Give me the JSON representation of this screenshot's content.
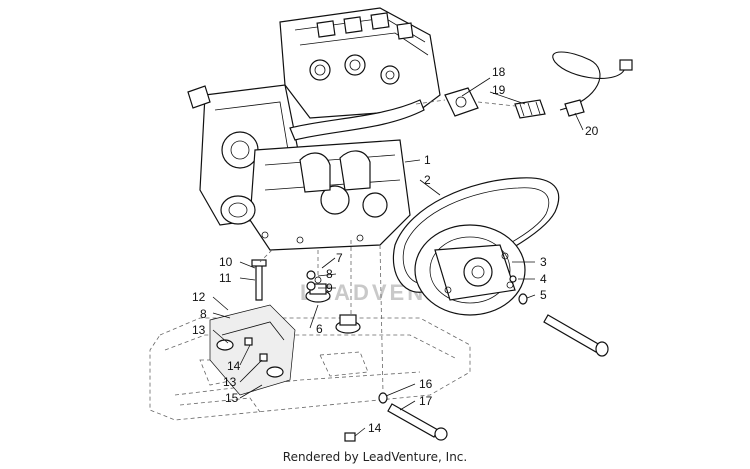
{
  "diagram": {
    "watermark": "LEADVENTURE",
    "credit": "Rendered by LeadVenture, Inc.",
    "callouts": [
      {
        "id": "c1",
        "label": "1"
      },
      {
        "id": "c2",
        "label": "2"
      },
      {
        "id": "c3",
        "label": "3"
      },
      {
        "id": "c4",
        "label": "4"
      },
      {
        "id": "c5",
        "label": "5"
      },
      {
        "id": "c6",
        "label": "6"
      },
      {
        "id": "c7",
        "label": "7"
      },
      {
        "id": "c8a",
        "label": "8"
      },
      {
        "id": "c8b",
        "label": "8"
      },
      {
        "id": "c9",
        "label": "9"
      },
      {
        "id": "c10",
        "label": "10"
      },
      {
        "id": "c11",
        "label": "11"
      },
      {
        "id": "c12",
        "label": "12"
      },
      {
        "id": "c13a",
        "label": "13"
      },
      {
        "id": "c13b",
        "label": "13"
      },
      {
        "id": "c14a",
        "label": "14"
      },
      {
        "id": "c14b",
        "label": "14"
      },
      {
        "id": "c15",
        "label": "15"
      },
      {
        "id": "c16",
        "label": "16"
      },
      {
        "id": "c17",
        "label": "17"
      },
      {
        "id": "c18",
        "label": "18"
      },
      {
        "id": "c19",
        "label": "19"
      },
      {
        "id": "c20",
        "label": "20"
      }
    ]
  }
}
